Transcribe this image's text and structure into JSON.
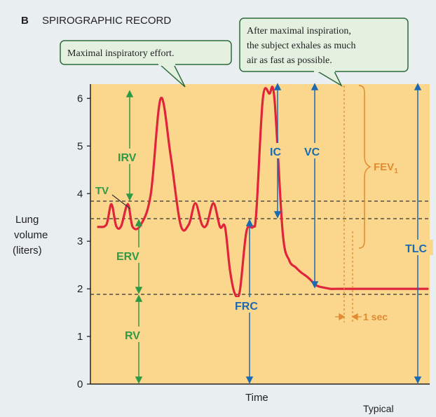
{
  "header": {
    "panel_letter": "B",
    "title": "SPIROGRAPHIC RECORD"
  },
  "callouts": {
    "max_effort": "Maximal inspiratory effort.",
    "exhale": [
      "After maximal inspiration,",
      "the subject exhales as much",
      "air as fast as possible."
    ]
  },
  "axes": {
    "ylabel": [
      "Lung",
      "volume",
      "(liters)"
    ],
    "xlabel": "Time",
    "y_ticks": [
      "0",
      "1",
      "2",
      "3",
      "4",
      "5",
      "6"
    ],
    "ylim": [
      0,
      6.3
    ],
    "footer": "Typical"
  },
  "labels": {
    "tv": "TV",
    "irv": "IRV",
    "erv": "ERV",
    "rv": "RV",
    "ic": "IC",
    "vc": "VC",
    "frc": "FRC",
    "tlc": "TLC",
    "fev": "FEV",
    "fev_sub": "1",
    "one_sec": "1 sec"
  },
  "colors": {
    "plot_bg": "#fbd78d",
    "curve": "#e0243c",
    "capacity_arrow": "#1b6ab0",
    "volume_arrow": "#2f9a45",
    "callout_bg": "#e4f1e0",
    "callout_border": "#2c6a3b",
    "fev_bracket": "#e08a32"
  },
  "chart_data": {
    "type": "line",
    "xlabel": "Time",
    "ylabel": "Lung volume (liters)",
    "ylim": [
      0,
      6.3
    ],
    "reference_levels": {
      "end_tidal_inspiration": 3.78,
      "functional_residual_capacity": 3.28,
      "residual_volume": 1.78
    },
    "series": [
      {
        "x": [
          0,
          0.025,
          0.04,
          0.055,
          0.07,
          0.09,
          0.105,
          0.13,
          0.16,
          0.19,
          0.22,
          0.25,
          0.275,
          0.295,
          0.315,
          0.33,
          0.35,
          0.37,
          0.385,
          0.4,
          0.415,
          0.43,
          0.45,
          0.47,
          0.48,
          0.5,
          0.52,
          0.535,
          0.56,
          0.58,
          0.6,
          0.615,
          0.635,
          0.65,
          0.66,
          0.675,
          0.69,
          0.705,
          0.725,
          0.745,
          0.76,
          0.77,
          0.78,
          0.8,
          0.83,
          0.86,
          0.9,
          0.95,
          1.0
        ],
        "y": [
          3.3,
          3.35,
          3.78,
          3.32,
          3.32,
          3.78,
          3.3,
          3.35,
          4.0,
          6.0,
          4.8,
          3.35,
          3.35,
          3.8,
          3.35,
          3.35,
          3.8,
          3.3,
          3.3,
          2.4,
          1.9,
          1.95,
          3.2,
          3.3,
          3.6,
          6.0,
          6.1,
          6.0,
          3.2,
          2.6,
          2.45,
          2.35,
          2.25,
          2.15,
          2.08,
          2.04,
          2.02,
          2.0,
          2.0,
          2.0,
          2.0,
          2.0,
          2.0,
          2.0,
          2.0,
          2.0,
          2.0,
          2.0,
          2.0
        ]
      }
    ]
  }
}
